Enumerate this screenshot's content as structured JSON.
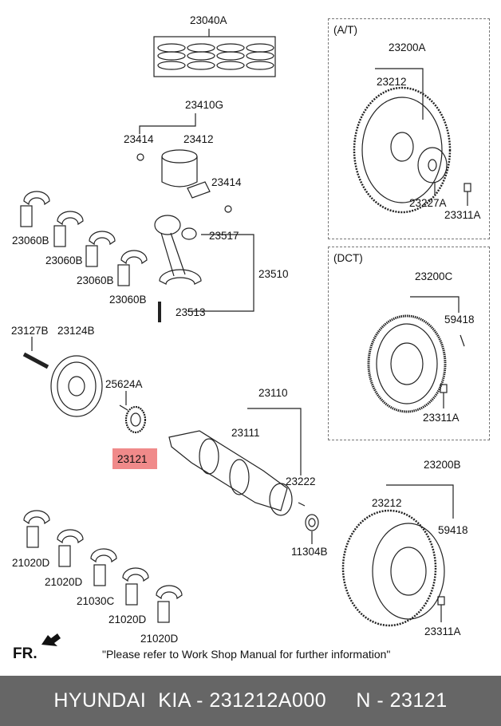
{
  "diagram": {
    "labels": {
      "p23040A": "23040A",
      "p23410G": "23410G",
      "p23414a": "23414",
      "p23412": "23412",
      "p23414b": "23414",
      "p23060B1": "23060B",
      "p23060B2": "23060B",
      "p23060B3": "23060B",
      "p23060B4": "23060B",
      "p23517": "23517",
      "p23510": "23510",
      "p23513": "23513",
      "p23127B": "23127B",
      "p23124B": "23124B",
      "p25624A": "25624A",
      "p23121": "23121",
      "p23110": "23110",
      "p23111": "23111",
      "p23222": "23222",
      "p11304B": "11304B",
      "p21020D1": "21020D",
      "p21020D2": "21020D",
      "p21030C": "21030C",
      "p21020D3": "21020D",
      "p21020D4": "21020D",
      "at_title": "(A/T)",
      "p23200A": "23200A",
      "p23212a": "23212",
      "p23227A": "23227A",
      "p23311A1": "23311A",
      "dct_title": "(DCT)",
      "p23200C": "23200C",
      "p59418a": "59418",
      "p23311A2": "23311A",
      "p23200B": "23200B",
      "p23212b": "23212",
      "p59418b": "59418",
      "p23311A3": "23311A"
    },
    "highlighted_part": "23121",
    "highlight_color": "#f08a8a",
    "front_marker": "FR.",
    "note": "\"Please refer to Work Shop Manual for further information\""
  },
  "banner": {
    "text": "HYUNDAI  KIA - 231212A000     N - 23121",
    "background": "#666666"
  }
}
